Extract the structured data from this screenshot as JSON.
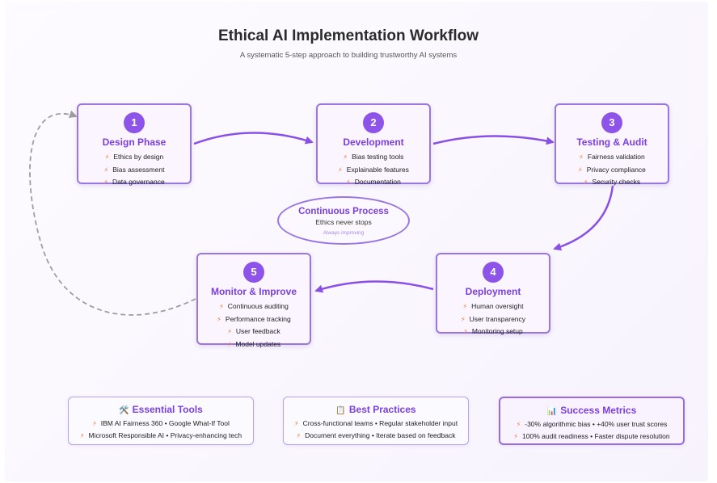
{
  "title": "Ethical AI Implementation Workflow",
  "subtitle": "A systematic 5-step approach to building trustworthy AI systems",
  "steps": [
    {
      "number": "1",
      "title": "Design Phase",
      "items": [
        "Ethics by design",
        "Bias assessment",
        "Data governance"
      ]
    },
    {
      "number": "2",
      "title": "Development",
      "items": [
        "Bias testing tools",
        "Explainable features",
        "Documentation"
      ]
    },
    {
      "number": "3",
      "title": "Testing & Audit",
      "items": [
        "Fairness validation",
        "Privacy compliance",
        "Security checks"
      ]
    },
    {
      "number": "4",
      "title": "Deployment",
      "items": [
        "Human oversight",
        "User transparency",
        "Monitoring setup"
      ]
    },
    {
      "number": "5",
      "title": "Monitor & Improve",
      "items": [
        "Continuous auditing",
        "Performance tracking",
        "User feedback",
        "Model updates"
      ]
    }
  ],
  "center": {
    "title": "Continuous Process",
    "subtitle": "Ethics never stops",
    "caption": "Always improving"
  },
  "bolt_icon": "⚡",
  "cards": [
    {
      "icon": "🛠️",
      "title": "Essential Tools",
      "lines": [
        "IBM AI Fairness 360 • Google What-If Tool",
        "Microsoft Responsible AI • Privacy-enhancing tech"
      ]
    },
    {
      "icon": "📋",
      "title": "Best Practices",
      "lines": [
        "Cross-functional teams • Regular stakeholder input",
        "Document everything • Iterate based on feedback"
      ]
    },
    {
      "icon": "📊",
      "title": "Success Metrics",
      "lines": [
        "-30% algorithmic bias • +40% user trust scores",
        "100% audit readiness • Faster dispute resolution"
      ]
    }
  ],
  "colors": {
    "accent": "#8e53e8",
    "arrow": "#8a4fe6",
    "loop_arrow": "#9e9e9e",
    "bolt": "#f07a28"
  }
}
